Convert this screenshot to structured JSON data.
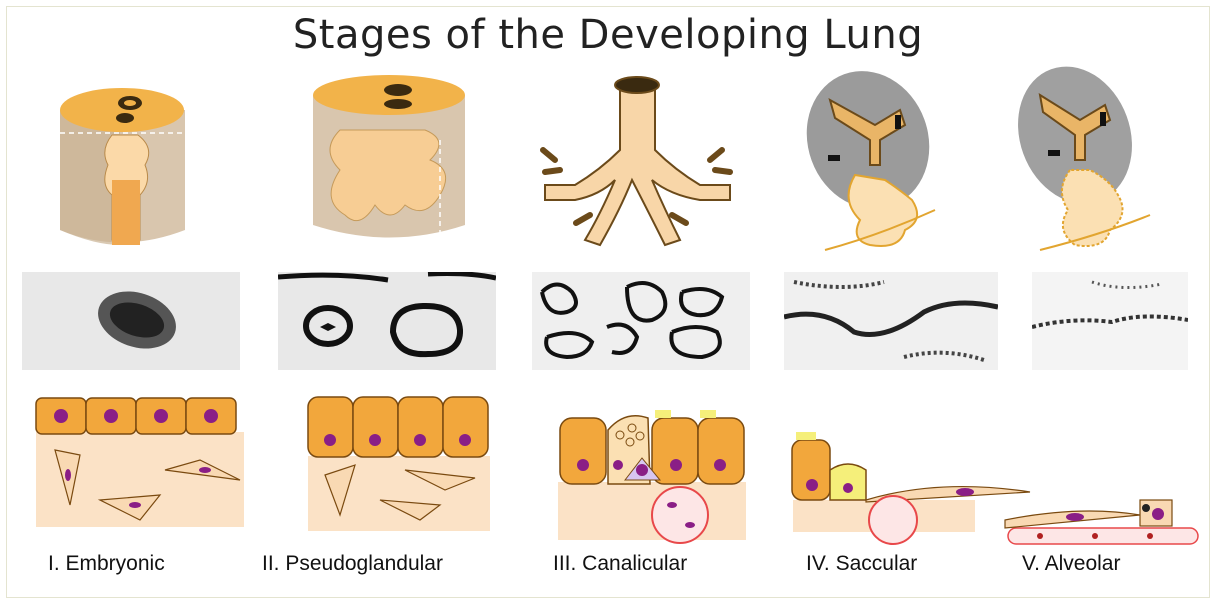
{
  "title": "Stages of the Developing Lung",
  "stages": [
    {
      "label": "I. Embryonic"
    },
    {
      "label": "II. Pseudoglandular"
    },
    {
      "label": "III. Canalicular"
    },
    {
      "label": "IV. Saccular"
    },
    {
      "label": "V. Alveolar"
    }
  ],
  "colors": {
    "epithelium": "#f2a73c",
    "mesenchyme": "#fbe2c6",
    "nucleus": "#8a1e86",
    "vessel": "#e8484a",
    "airway": "#e9b567",
    "type2_cell": "#f5ef7a"
  }
}
